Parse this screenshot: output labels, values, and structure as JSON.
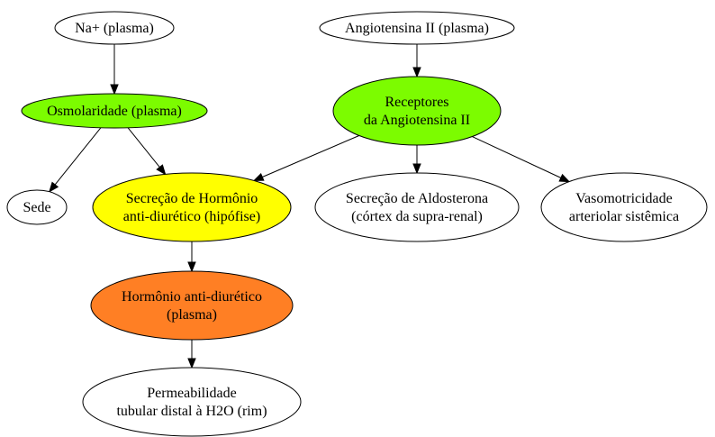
{
  "diagram": {
    "nodes": [
      {
        "id": "na",
        "lines": [
          "Na+ (plasma)"
        ],
        "fill": "#ffffff"
      },
      {
        "id": "angio",
        "lines": [
          "Angiotensina II (plasma)"
        ],
        "fill": "#ffffff"
      },
      {
        "id": "osmo",
        "lines": [
          "Osmolaridade (plasma)"
        ],
        "fill": "#7cfc00"
      },
      {
        "id": "receptores",
        "lines": [
          "Receptores",
          "da Angiotensina II"
        ],
        "fill": "#7cfc00"
      },
      {
        "id": "sede",
        "lines": [
          "Sede"
        ],
        "fill": "#ffffff"
      },
      {
        "id": "secrecao_adh",
        "lines": [
          "Secreção de Hormônio",
          "anti-diurético (hipófise)"
        ],
        "fill": "#ffff00"
      },
      {
        "id": "aldosterona",
        "lines": [
          "Secreção de Aldosterona",
          "(córtex da supra-renal)"
        ],
        "fill": "#ffffff"
      },
      {
        "id": "vaso",
        "lines": [
          "Vasomotricidade",
          "arteriolar sistêmica"
        ],
        "fill": "#ffffff"
      },
      {
        "id": "adh_plasma",
        "lines": [
          "Hormônio anti-diurético",
          "(plasma)"
        ],
        "fill": "#ff7f24"
      },
      {
        "id": "permeabilidade",
        "lines": [
          "Permeabilidade",
          "tubular distal à H2O (rim)"
        ],
        "fill": "#ffffff"
      }
    ],
    "edges": [
      {
        "from": "na",
        "to": "osmo"
      },
      {
        "from": "angio",
        "to": "receptores"
      },
      {
        "from": "osmo",
        "to": "sede"
      },
      {
        "from": "osmo",
        "to": "secrecao_adh"
      },
      {
        "from": "receptores",
        "to": "secrecao_adh"
      },
      {
        "from": "receptores",
        "to": "aldosterona"
      },
      {
        "from": "receptores",
        "to": "vaso"
      },
      {
        "from": "secrecao_adh",
        "to": "adh_plasma"
      },
      {
        "from": "adh_plasma",
        "to": "permeabilidade"
      }
    ]
  }
}
